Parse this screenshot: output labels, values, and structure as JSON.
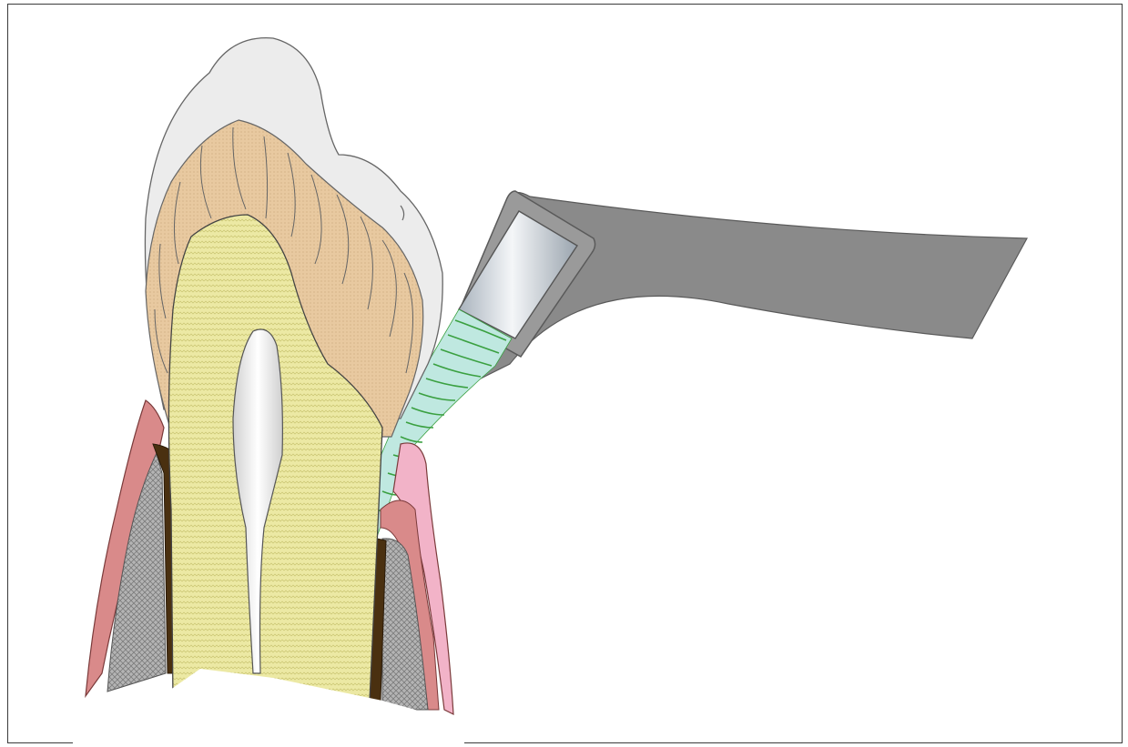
{
  "figure": {
    "subject": "",
    "colors": {
      "enamel": "#ececec",
      "dentin": "#e8c9a0",
      "pulp_chamber": "#eef0c9",
      "inner_dentin": "#ece9a4",
      "pulp_canal": "#d8d8d8",
      "gingiva": "#d98a8a",
      "gingiva_light": "#f2b3c8",
      "bone": "#a8a8a8",
      "root_surface": "#4a3010",
      "instrument_body": "#8a8a8a",
      "instrument_tip": "#c6ced6",
      "irrigant": "#bfe8e0",
      "irrigant_lines": "#3aa040"
    },
    "elements": {
      "tooth": "tooth",
      "instrument": "instrument",
      "gingiva": "gingiva",
      "bone": "bone"
    }
  }
}
